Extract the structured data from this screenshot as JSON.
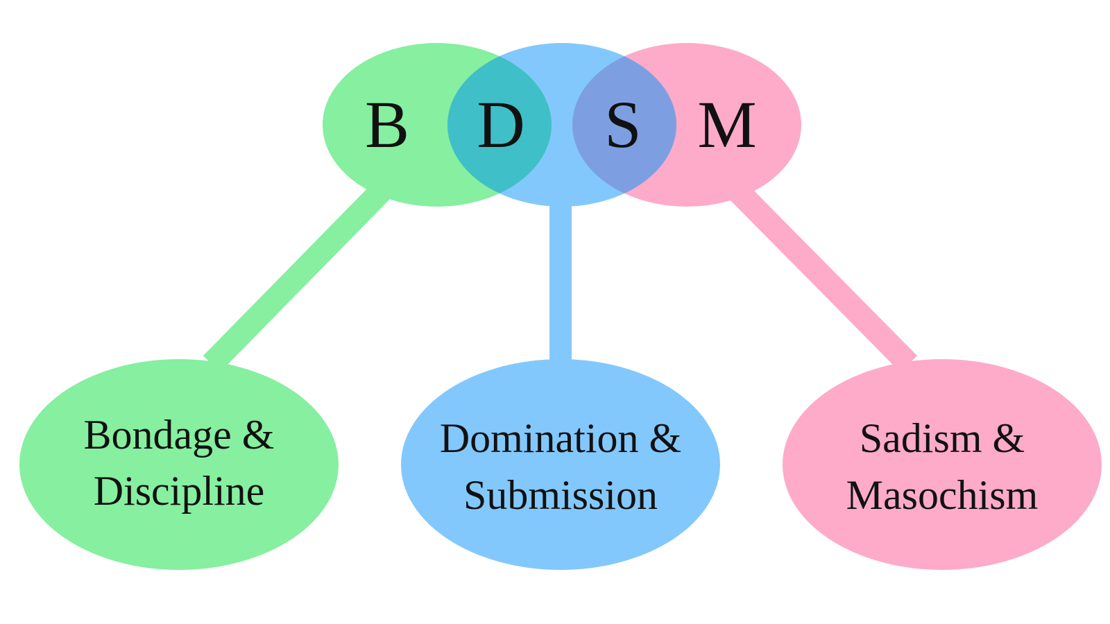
{
  "diagram": {
    "letters": [
      {
        "id": "b",
        "text": "B",
        "color": "#86EFA0"
      },
      {
        "id": "d",
        "text": "D",
        "color": "#83C8FC"
      },
      {
        "id": "s",
        "text": "S",
        "color": "#83C8FC"
      },
      {
        "id": "m",
        "text": "M",
        "color": "#FDABC9"
      }
    ],
    "overlap_colors": {
      "bd": "#3FBFC8",
      "ds": "#7D9FE2"
    },
    "terms": [
      {
        "id": "bondage-discipline",
        "line1": "Bondage &",
        "line2": "Discipline",
        "color": "#86EFA0"
      },
      {
        "id": "domination-submission",
        "line1": "Domination &",
        "line2": "Submission",
        "color": "#83C8FC"
      },
      {
        "id": "sadism-masochism",
        "line1": "Sadism &",
        "line2": "Masochism",
        "color": "#FDABC9"
      }
    ]
  }
}
